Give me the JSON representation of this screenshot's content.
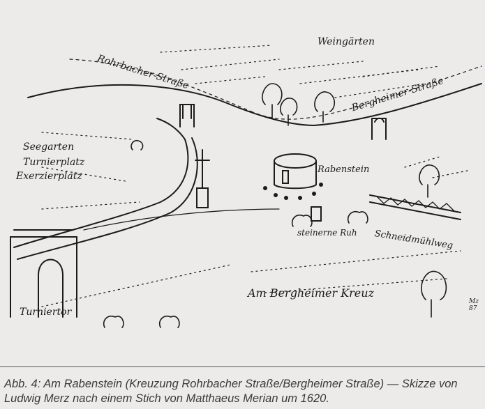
{
  "figure": {
    "labels": {
      "rohrbacher": "Rohrbacher-Straße",
      "weingaerten": "Weingärten",
      "bergheimer": "Bergheimer-Straße",
      "seegarten": "Seegarten",
      "turnierplatz": "Turnierplatz",
      "exerzierplatz": "Exerzierplatz",
      "rabenstein": "Rabenstein",
      "steinerne_ruh": "steinerne Ruh",
      "schneidmuehlweg": "Schneidmühlweg",
      "bergheimer_kreuz": "Am Bergheimer Kreuz",
      "turniertor": "Turniertor",
      "signature": "Mz 87"
    }
  },
  "caption": {
    "line1": "Abb. 4: Am Rabenstein (Kreuzung Rohrbacher Straße/Bergheimer Straße) — Skizze von",
    "line2": "Ludwig Merz nach einem Stich von Matthaeus Merian um 1620."
  }
}
